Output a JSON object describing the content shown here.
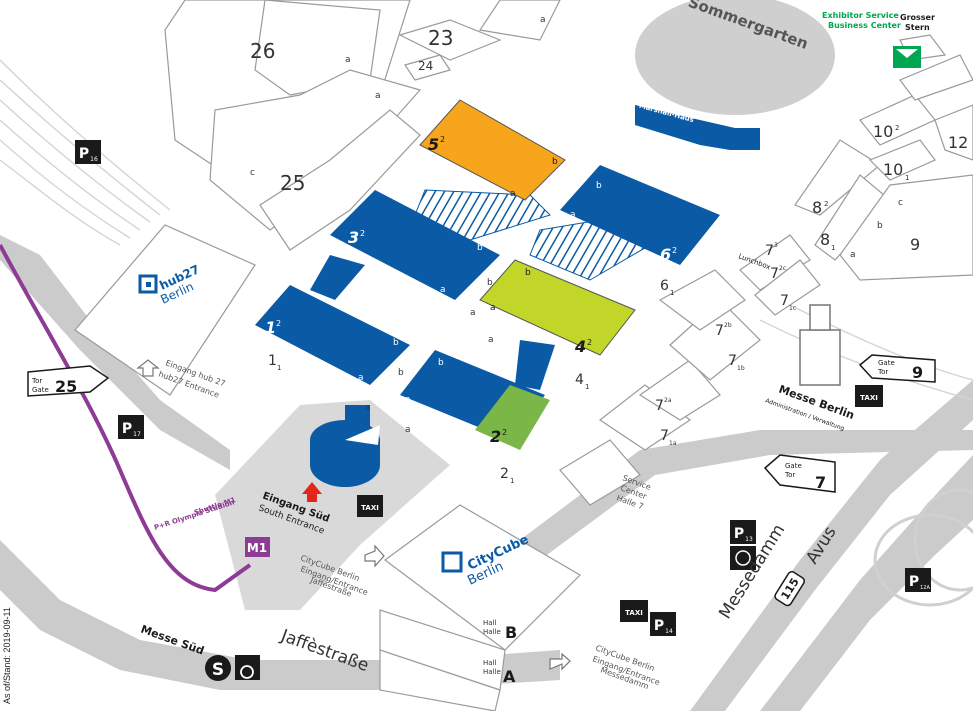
{
  "labels": {
    "sommergarten": "Sommergarten",
    "marshall_haus": "Marshall-Haus",
    "exhibitor_service": "Exhibitor Service",
    "business_center": "Business Center",
    "grosser_stern_1": "Grosser",
    "grosser_stern_2": "Stern",
    "hub27_1": "hub27",
    "hub27_2": "Berlin",
    "citycube_1": "CityCube",
    "citycube_2": "Berlin",
    "messe_berlin": "Messe Berlin",
    "administration": "Administration / Verwaltung",
    "eingang_sued": "Eingang Süd",
    "south_entrance": "South Entrance",
    "eingang_hub27_1": "Eingang hub 27",
    "eingang_hub27_2": "hub27 Entrance",
    "citycube_jaffe_1": "CityCube Berlin",
    "citycube_jaffe_2": "Eingang/Entrance",
    "citycube_jaffe_3": "Jaffèstraße",
    "citycube_messe_1": "CityCube Berlin",
    "citycube_messe_2": "Eingang/Entrance",
    "citycube_messe_3": "Messedamm",
    "service_center_1": "Service",
    "service_center_2": "Center",
    "service_center_3": "Halle 7",
    "shuttle_1": "Shuttle M1",
    "shuttle_2": "P+R Olympia Stadion",
    "m1": "M1",
    "messe_sued": "Messe Süd",
    "jaffestrasse": "Jaffèstraße",
    "messedamm": "Messedamm",
    "avus": "Avus",
    "a115": "115",
    "lunchbox": "Lunchbox",
    "hall_b_1": "Hall",
    "hall_b_2": "Halle",
    "hall_b_3": "B",
    "hall_a_1": "Hall",
    "hall_a_2": "Halle",
    "hall_a_3": "A",
    "taxi": "TAXI",
    "stand": "As of/Stand: 2019-09-11"
  },
  "gates": {
    "gate25_1": "Tor",
    "gate25_2": "Gate",
    "gate25_n": "25",
    "gate9_1": "Gate",
    "gate9_2": "Tor",
    "gate9_n": "9",
    "gate7_1": "Gate",
    "gate7_2": "Tor",
    "gate7_n": "7"
  },
  "parking": {
    "p": "P",
    "p16": "16",
    "p17": "17",
    "p13": "13",
    "p14": "14",
    "p12a": "12A"
  },
  "halls": {
    "h26": "26",
    "h25": "25",
    "h23": "23",
    "h24": "24",
    "h5": "5",
    "h5s": "2",
    "h3": "3",
    "h3s": "2",
    "h1": "1",
    "h1s": "2",
    "h2": "2",
    "h2s": "2",
    "h6": "6",
    "h6s": "2",
    "h4": "4",
    "h4s": "2",
    "h11": "1",
    "h11s": "1",
    "h21": "2",
    "h21s": "1",
    "h41": "4",
    "h41s": "1",
    "h61": "6",
    "h61s": "1",
    "h7a": "7",
    "h7as": "2a",
    "h7b": "7",
    "h7bs": "2b",
    "h71a": "7",
    "h71as": "1a",
    "h71b": "7",
    "h71bs": "1b",
    "h7c": "7",
    "h7cs": "2c",
    "h71c": "7",
    "h71cs": "1c",
    "h73": "7",
    "h73s": "3",
    "h8": "8",
    "h8s": "2",
    "h81": "8",
    "h81s": "1",
    "h9": "9",
    "h10": "10",
    "h10s": "2",
    "h101": "10",
    "h101s": "1",
    "h12": "12",
    "sa": "a",
    "sb": "b",
    "sc": "c"
  },
  "colors": {
    "blue": "#0a5aa5",
    "orange": "#f7a51d",
    "lime": "#c2d62a",
    "green": "#7ab648",
    "purple": "#8e3b96",
    "road": "#c8c8c8",
    "plaza": "#d9d9d9"
  },
  "icons": [
    "taxi-icon",
    "parking-icon",
    "s-bahn-icon",
    "wheelchair-icon",
    "arrow-icon",
    "exhibitor-service-icon",
    "ev-charging-icon"
  ]
}
